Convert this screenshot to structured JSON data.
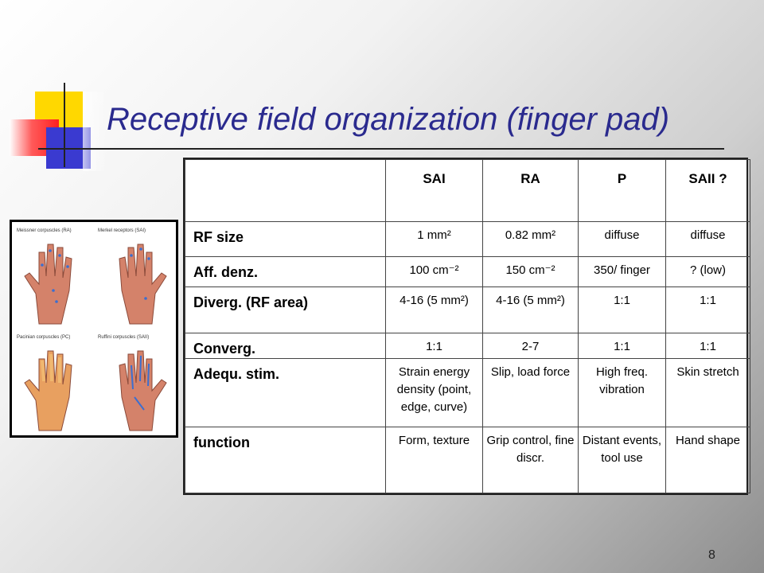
{
  "slide": {
    "title": "Receptive field organization (finger pad)",
    "page_number": "8"
  },
  "figure": {
    "panels": [
      {
        "caption": "Meissner corpuscles (RA)",
        "icon": "hand-icon",
        "color": "#d4826a",
        "highlight": "#3b6fd0"
      },
      {
        "caption": "Merkel receptors (SAI)",
        "icon": "hand-icon",
        "color": "#d4826a",
        "highlight": "#3b6fd0"
      },
      {
        "caption": "Pacinian corpuscles (PC)",
        "icon": "hand-icon",
        "color": "#e8a060",
        "highlight": "#f0b870"
      },
      {
        "caption": "Ruffini corpuscles (SAII)",
        "icon": "hand-icon",
        "color": "#d4826a",
        "highlight": "#3b6fd0"
      }
    ]
  },
  "table": {
    "headers": [
      "",
      "SAI",
      "RA",
      "P",
      "SAII ?"
    ],
    "rows": [
      {
        "label": "RF size",
        "cells": [
          "1 mm²",
          "0.82 mm²",
          "diffuse",
          "diffuse"
        ]
      },
      {
        "label": "Aff. denz.",
        "cells": [
          "100 cm⁻²",
          "150 cm⁻²",
          "350/ finger",
          "? (low)"
        ]
      },
      {
        "label": "Diverg. (RF area)",
        "cells": [
          "4-16 (5 mm²)",
          "4-16 (5 mm²)",
          "1:1",
          "1:1"
        ]
      },
      {
        "label": "Converg.",
        "cells": [
          "1:1",
          "2-7",
          "1:1",
          "1:1"
        ]
      },
      {
        "label": "Adequ. stim.",
        "cells": [
          "Strain energy density (point, edge, curve)",
          "Slip, load force",
          "High freq. vibration",
          "Skin stretch"
        ]
      },
      {
        "label": "function",
        "cells": [
          "Form, texture",
          "Grip control, fine discr.",
          "Distant events, tool use",
          "Hand shape"
        ]
      }
    ]
  }
}
